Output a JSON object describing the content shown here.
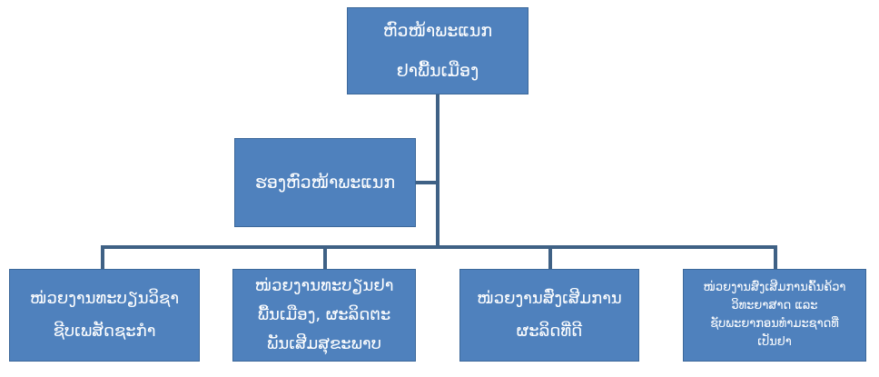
{
  "org_chart": {
    "head": {
      "lines": [
        "ຫົວໜ້າພະແນກ",
        "ຢາພື້ນເມືອງ"
      ]
    },
    "deputy": {
      "lines": [
        "ຮອງຫົວໜ້າພະແນກ"
      ]
    },
    "units": [
      {
        "lines": [
          "ໜ່ວຍງານທະບຽນວິຊາ",
          "ຊີບເພສັດຊະກຳ"
        ]
      },
      {
        "lines": [
          "ໜ່ວຍງານທະບຽນຢາ",
          "ພື້ນເມືອງ, ຜະລິດຕະ",
          "ພັນເສີມສຸຂະພາບ"
        ]
      },
      {
        "lines": [
          "ໜ່ວຍງານສົ່ງເສີມການ",
          "ຜະລິດທີ່ດີ"
        ]
      },
      {
        "lines": [
          "ໜ່ວຍງານສົ່ງເສີມການຄົ້ນຄ້ວາ",
          "ວິທະຍາສາດ ແລະ",
          "ຊັບພະຍາກອນທຳມະຊາດທີ່",
          "ເປັນຢາ"
        ]
      }
    ],
    "colors": {
      "box_fill": "#4f81bd",
      "box_border": "#3b6799",
      "connector": "#3f6185",
      "text": "#ffffff"
    }
  }
}
